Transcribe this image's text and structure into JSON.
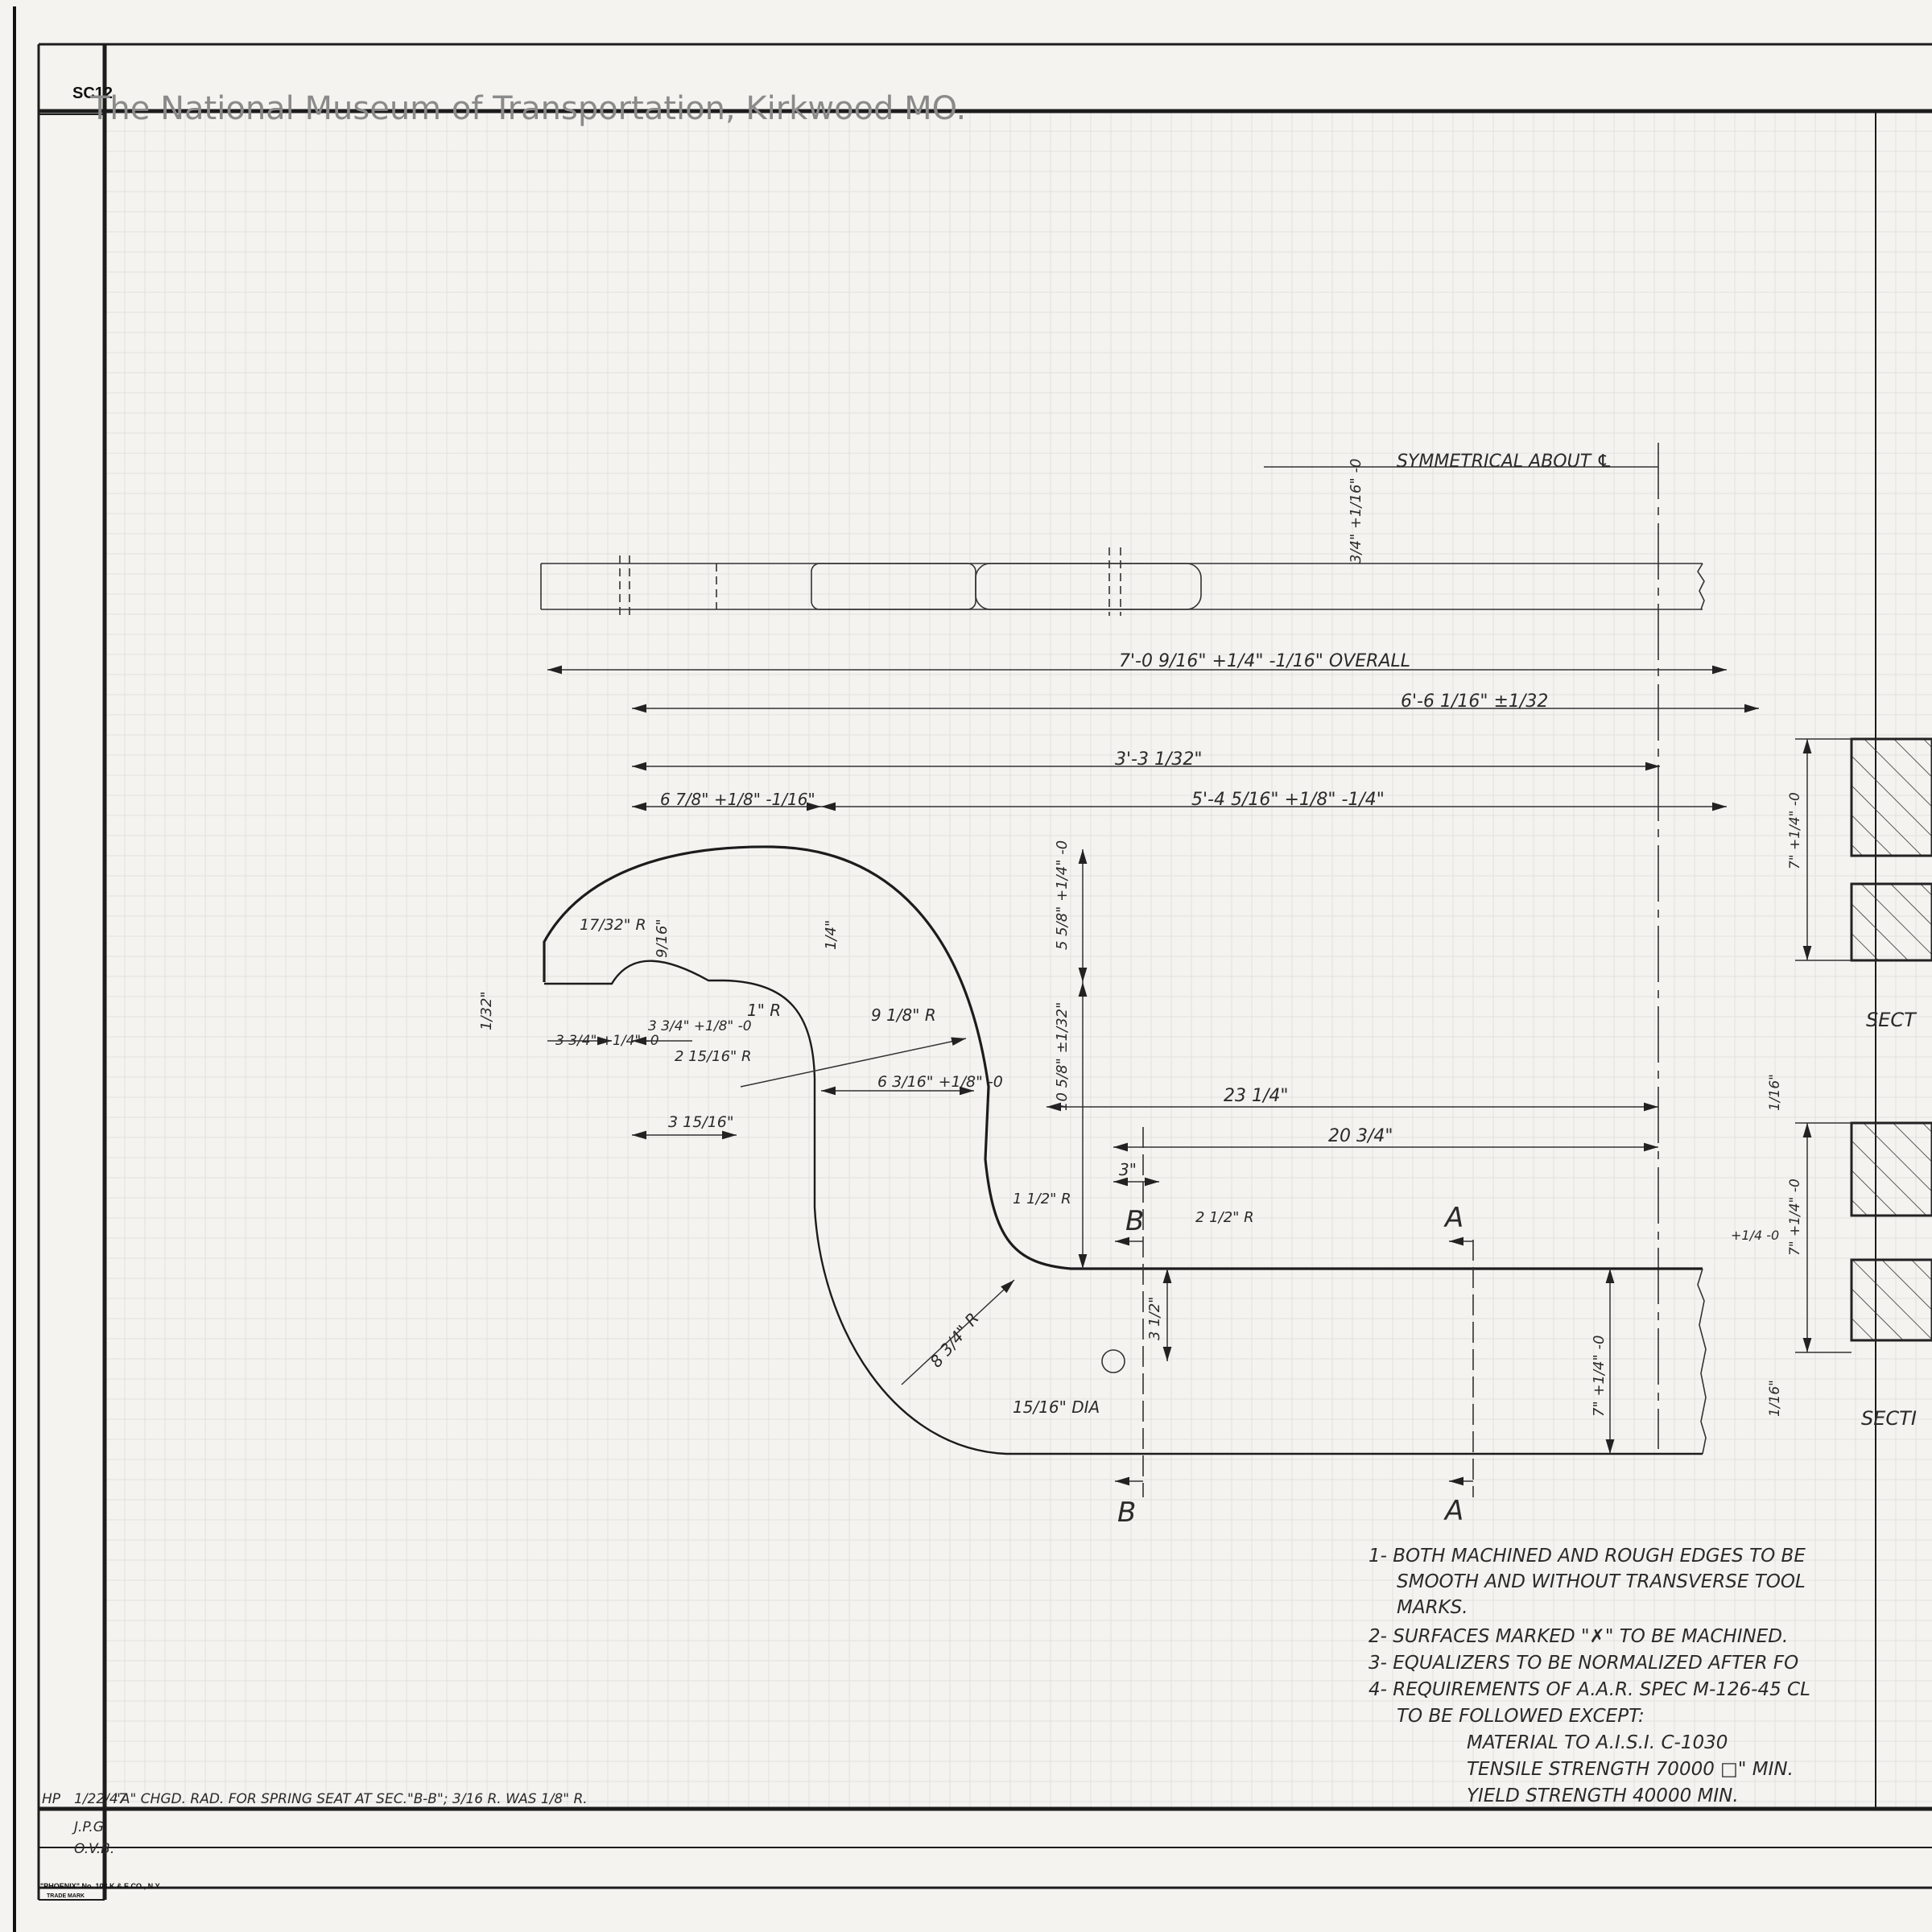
{
  "sheet": {
    "code": "SC12",
    "watermark": "The National Museum of Transportation, Kirkwood MO.",
    "maker_mark": "\"PHOENIX\" No. 108  K & E CO., N.Y.",
    "maker_trade": "TRADE MARK"
  },
  "revision": {
    "initials": "HP",
    "date": "1/22/47",
    "text": "\"A\" CHGD. RAD. FOR SPRING SEAT AT SEC.\"B-B\"; 3/16 R. WAS 1/8\" R.",
    "drawn": "J.P.G.",
    "checked": "O.V.B."
  },
  "labels": {
    "symmetrical": "SYMMETRICAL ABOUT ℄",
    "overall": "7'-0 9/16\" +1/4\" -1/16\" OVERALL",
    "dim_6_6": "6'-6 1/16\" ±1/32",
    "dim_3_3": "3'-3 1/32\"",
    "dim_5_4": "5'-4 5/16\" +1/8\" -1/4\"",
    "dim_6_7_8": "6 7/8\" +1/8\" -1/16\"",
    "dim_top_thick": "3/4\" +1/16\" -0",
    "dim_5_5_8": "5 5/8\" +1/4\" -0",
    "dim_10_8": "10 5/8\" ±1/32\"",
    "dim_17_32": "17/32\" R",
    "dim_9_16": "9/16\"",
    "dim_1_4": "1/4\"",
    "dim_1_32": "1/32\"",
    "dim_1r": "1\" R",
    "dim_9_1_8": "9 1/8\" R",
    "dim_2_15": "2 15/16\" R",
    "dim_3_3_4a": "3 3/4\" +1/4\" -0",
    "dim_3_3_4b": "3 3/4\" +1/8\" -0",
    "dim_6_3_16": "6 3/16\" +1/8\" -0",
    "dim_3_15": "3 15/16\"",
    "dim_23": "23 1/4\"",
    "dim_20": "20 3/4\"",
    "dim_3": "3\"",
    "dim_1_1_2": "1 1/2\" R",
    "dim_2_1_2": "2 1/2\" R",
    "dim_3_1_2": "3 1/2\"",
    "dim_8_3_4": "8 3/4\" R",
    "dim_dia": "15/16\" DIA",
    "dim_7": "7\" +1/4\" -0",
    "sec_B": "B",
    "sec_A": "A",
    "section_1": "SECT",
    "section_2": "SECTI",
    "sec_dim_7a": "7\" +1/4\" -0",
    "sec_dim_7b": "7\" +1/4\" -0",
    "sec_dim_1_16a": "1/16\"",
    "sec_dim_1_16b": "1/16\"",
    "sec_dim_side": "+1/4 -0"
  },
  "notes": [
    "1- BOTH MACHINED AND ROUGH EDGES TO BE",
    "SMOOTH AND WITHOUT TRANSVERSE TOOL",
    "MARKS.",
    "2- SURFACES MARKED \"✗\" TO BE MACHINED.",
    "3- EQUALIZERS TO BE NORMALIZED AFTER FO",
    "4- REQUIREMENTS OF A.A.R. SPEC M-126-45 CL",
    "TO BE FOLLOWED EXCEPT:",
    "MATERIAL TO A.I.S.I. C-1030",
    "TENSILE STRENGTH 70000 □\" MIN.",
    "YIELD STRENGTH 40000 MIN."
  ]
}
